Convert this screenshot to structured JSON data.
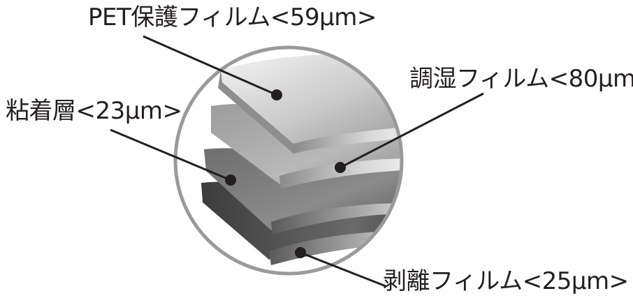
{
  "labels": {
    "pet": "PET保護フィルム<59μm>",
    "humidity": "調湿フィルム<80μm>",
    "adhesive": "粘着層<23μm>",
    "release": "剥離フィルム<25μm>"
  },
  "colors": {
    "circle_outline": "#9a9a9a",
    "leader_line": "#231f20",
    "text": "#231f20"
  }
}
